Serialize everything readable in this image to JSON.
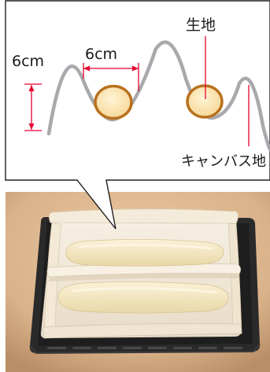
{
  "labels": {
    "height": "6cm",
    "width": "6cm",
    "dough": "生地",
    "canvas": "キャンバス地"
  },
  "colors": {
    "dimension_line": "#e6002d",
    "canvas_wave": "#a7a9ac",
    "dough_ring": "#b8701e",
    "dough_fill": "#fbe6b6",
    "photo_background": "#d9b28a",
    "tray": "#2b2a2a"
  },
  "icons": {
    "callout": "speech-bubble-outline",
    "photo": "baguettes-on-canvas-couche-in-tray"
  }
}
